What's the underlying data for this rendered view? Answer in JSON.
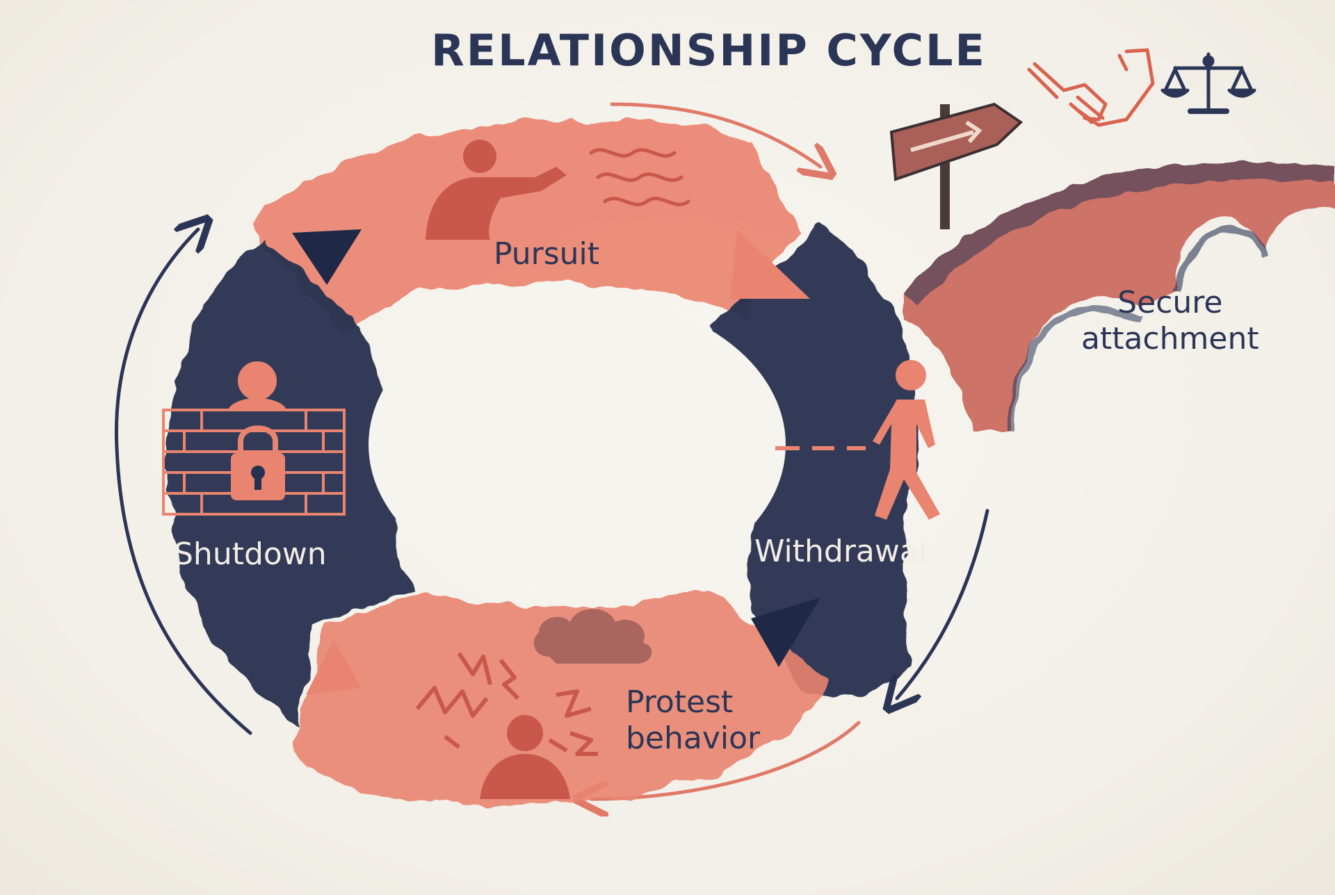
{
  "diagram": {
    "title": "RELATIONSHIP CYCLE",
    "stages": {
      "pursuit": "Pursuit",
      "withdrawal": "Withdrawal",
      "protest": [
        "Protest",
        "behavior"
      ],
      "shutdown": "Shutdown"
    },
    "exit": {
      "lines": [
        "Secure",
        "attachment"
      ],
      "icons": [
        "signpost-arrow-icon",
        "handshake-icon",
        "balance-scale-icon",
        "bridge"
      ]
    },
    "colors": {
      "coral": "#e8806e",
      "coral_dark": "#c9584a",
      "navy": "#26304f",
      "ink": "#2b3556",
      "background": "#f3f0ea"
    }
  }
}
